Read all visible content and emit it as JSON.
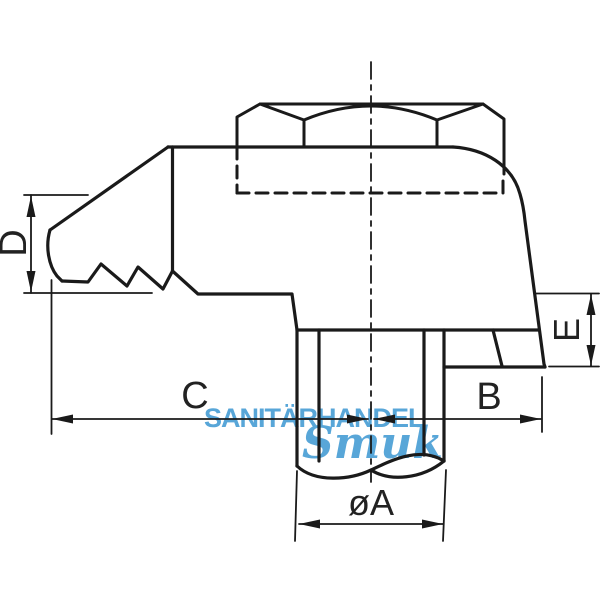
{
  "title": "clamp technical drawing",
  "watermark": {
    "line1": "SANITÄRHANDEL",
    "line2": "Smuk",
    "color": "#58a6d8"
  },
  "dimensions": {
    "d_label": "D",
    "c_label": "C",
    "b_label": "B",
    "e_label": "E",
    "a_label": "øA"
  },
  "drawing": {
    "line_color": "#1a1a1a",
    "background": "#ffffff",
    "parts": [
      "hex-bolt-head",
      "serrated-jaw",
      "clamp-body",
      "threaded-shaft",
      "heel"
    ]
  }
}
